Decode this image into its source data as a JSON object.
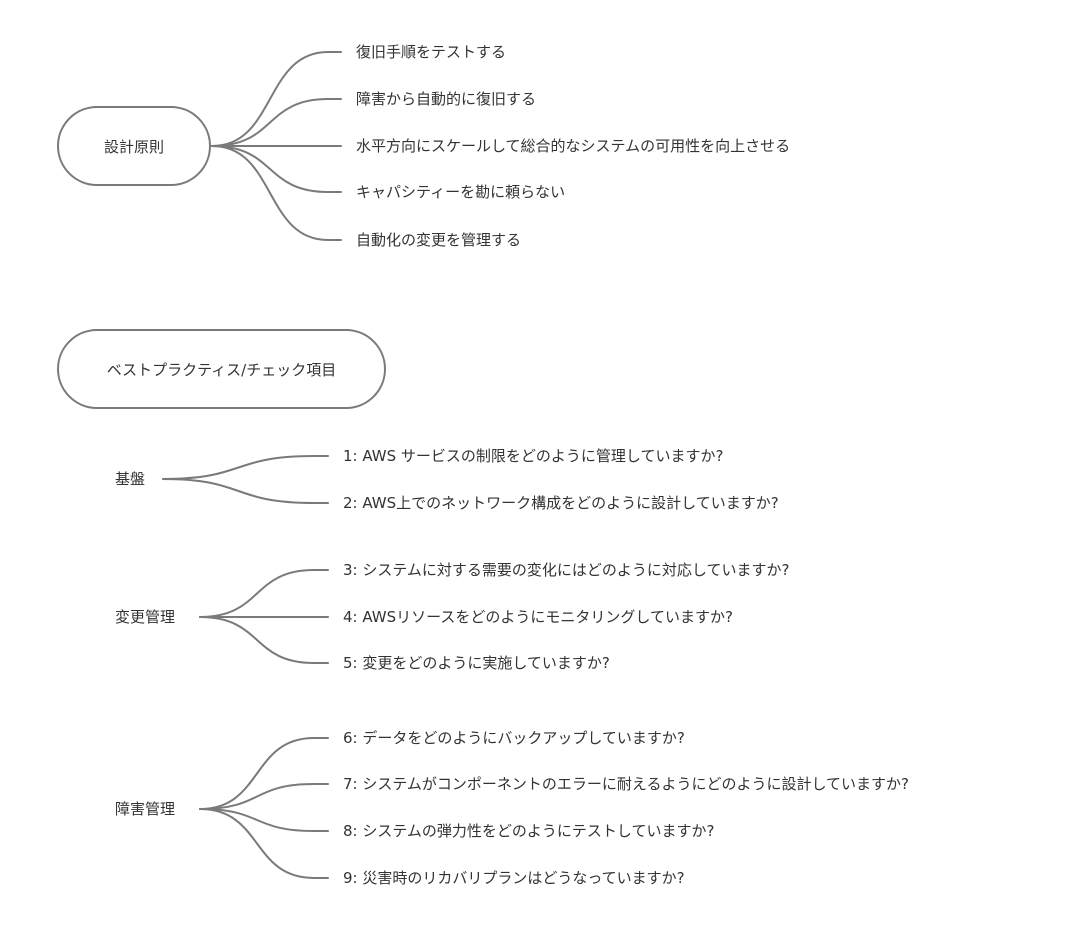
{
  "root1": {
    "label": "設計原則",
    "children": [
      "復旧手順をテストする",
      "障害から自動的に復旧する",
      "水平方向にスケールして総合的なシステムの可用性を向上させる",
      "キャパシティーを勘に頼らない",
      "自動化の変更を管理する"
    ]
  },
  "root2": {
    "label": "ベストプラクティス/チェック項目"
  },
  "groups": [
    {
      "label": "基盤",
      "children": [
        "1: AWS サービスの制限をどのように管理していますか?",
        "2: AWS上でのネットワーク構成をどのように設計していますか?"
      ]
    },
    {
      "label": "変更管理",
      "children": [
        "3: システムに対する需要の変化にはどのように対応していますか?",
        "4: AWSリソースをどのようにモニタリングしていますか?",
        "5: 変更をどのように実施していますか?"
      ]
    },
    {
      "label": "障害管理",
      "children": [
        "6: データをどのようにバックアップしていますか?",
        "7: システムがコンポーネントのエラーに耐えるようにどのように設計していますか?",
        "8: システムの弾力性をどのようにテストしていますか?",
        "9: 災害時のリカバリプランはどうなっていますか?"
      ]
    }
  ],
  "style": {
    "stroke": "#7a7a7a",
    "text": "#333333"
  }
}
